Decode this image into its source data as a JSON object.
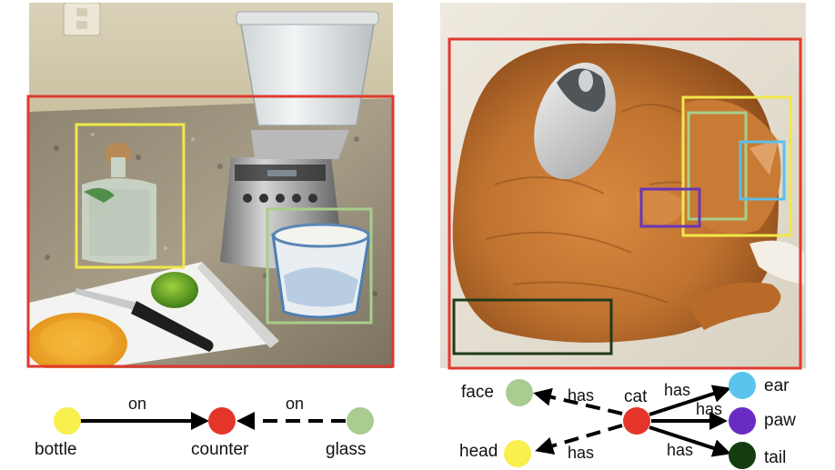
{
  "colors": {
    "bottle": "#f7f04d",
    "counter": "#e5342a",
    "glass": "#a9cc91",
    "cat": "#e5342a",
    "face": "#a9cc91",
    "head": "#f7f04d",
    "ear": "#5bc4ee",
    "paw": "#6a2bc5",
    "tail": "#143c10",
    "box_counter": "#e03a30",
    "box_bottle": "#f1e84a",
    "box_glass": "#a6cf8b",
    "box_cat": "#e03a30",
    "box_head": "#f1e84a",
    "box_face": "#a6cf8b",
    "box_ear": "#5bbfe8",
    "box_paw": "#6a35b8",
    "box_tail": "#1f3b1a"
  },
  "left_graph": {
    "nodes": {
      "bottle": "bottle",
      "counter": "counter",
      "glass": "glass"
    },
    "edges": {
      "bottle_counter": "on",
      "glass_counter": "on"
    }
  },
  "right_graph": {
    "nodes": {
      "cat": "cat",
      "face": "face",
      "head": "head",
      "ear": "ear",
      "paw": "paw",
      "tail": "tail"
    },
    "edges": {
      "cat_face": "has",
      "cat_head": "has",
      "cat_ear": "has",
      "cat_paw": "has",
      "cat_tail": "has"
    }
  }
}
